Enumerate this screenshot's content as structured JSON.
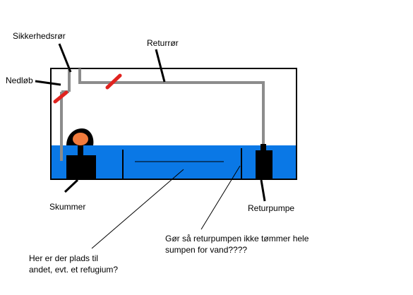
{
  "labels": {
    "safety_pipe": "Sikkerhedsrør",
    "return_pipe": "Returrør",
    "overflow": "Nedløb",
    "skimmer": "Skummer",
    "return_pump": "Returpumpe",
    "pump_note_line1": "Gør så returpumpen ikke tømmer hele",
    "pump_note_line2": "sumpen for vand????",
    "space_note_line1": "Her er der plads til",
    "space_note_line2": "andet, evt. et refugium?"
  },
  "colors": {
    "water": "#0a78e6",
    "pipe": "#8c8c8c",
    "valve": "#e0231f",
    "outline": "#000000",
    "skimmer_cup": "#f07a3c"
  }
}
